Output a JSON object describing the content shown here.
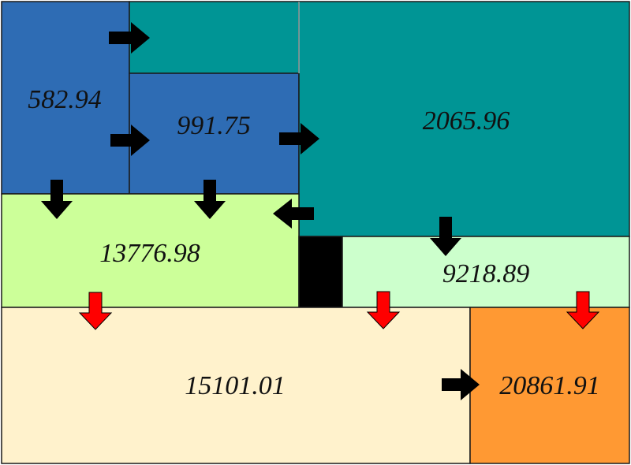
{
  "diagram": {
    "cells": [
      {
        "id": "c582",
        "label": "582.94",
        "fill": "#2e6cb4"
      },
      {
        "id": "c991",
        "label": "991.75",
        "fill": "#2e6cb4"
      },
      {
        "id": "c2065",
        "label": "2065.96",
        "fill": "#009595"
      },
      {
        "id": "c13776",
        "label": "13776.98",
        "fill": "#ccff99"
      },
      {
        "id": "c9218",
        "label": "9218.89",
        "fill": "#ccffcc"
      },
      {
        "id": "c15101",
        "label": "15101.01",
        "fill": "#fff2cc"
      },
      {
        "id": "c20861",
        "label": "20861.91",
        "fill": "#ff9933"
      },
      {
        "id": "teal_top",
        "label": "",
        "fill": "#009595"
      },
      {
        "id": "black_block",
        "label": "",
        "fill": "#000000"
      }
    ],
    "colors": {
      "arrow_black": "#000000",
      "arrow_red": "#ff0000",
      "border": "#1a1a1a"
    }
  }
}
